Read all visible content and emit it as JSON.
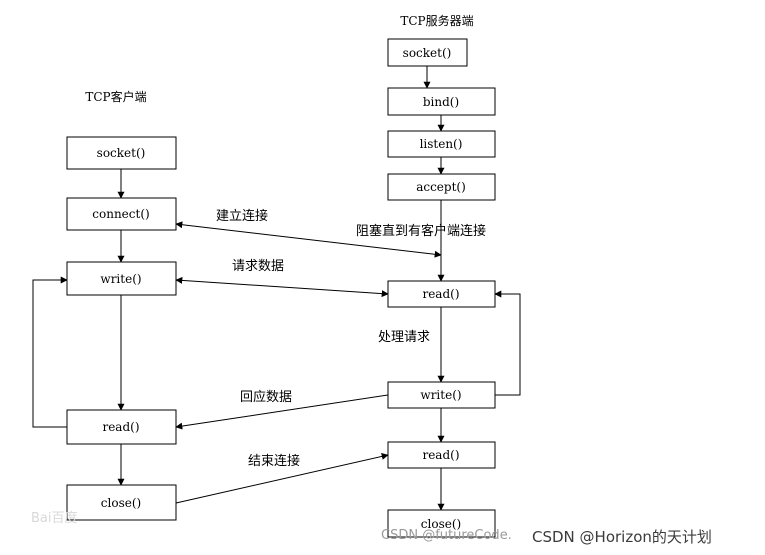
{
  "titles": {
    "server": "TCP服务器端",
    "client": "TCP客户端"
  },
  "server": {
    "socket": "socket()",
    "bind": "bind()",
    "listen": "listen()",
    "accept": "accept()",
    "read1": "read()",
    "write": "write()",
    "read2": "read()",
    "close": "close()"
  },
  "client": {
    "socket": "socket()",
    "connect": "connect()",
    "write": "write()",
    "read": "read()",
    "close": "close()"
  },
  "labels": {
    "establish_connection": "建立连接",
    "block_until_client": "阻塞直到有客户端连接",
    "request_data": "请求数据",
    "process_request": "处理请求",
    "response_data": "回应数据",
    "end_connection": "结束连接"
  },
  "watermarks": {
    "baidu": "Bai百度",
    "source": "CSDN @futureCode.",
    "author": "CSDN @Horizon的天计划"
  }
}
